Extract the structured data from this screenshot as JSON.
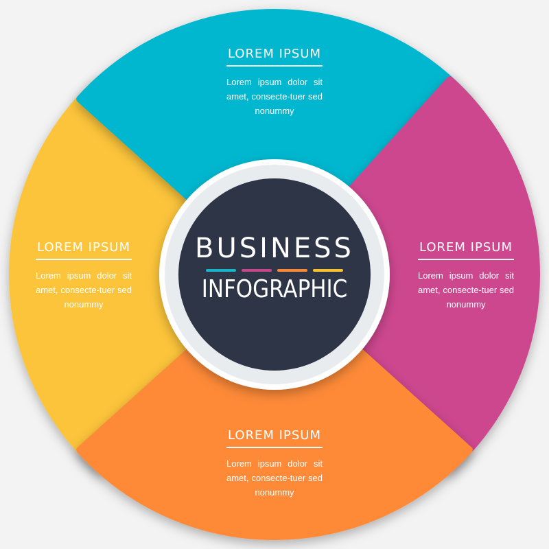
{
  "center": {
    "line1": "BUSINESS",
    "line2": "INFOGRAPHIC",
    "bg_color": "#2e3547",
    "ring_color": "#ffffff"
  },
  "dashes": [
    "#17b4cc",
    "#c5468d",
    "#f98936",
    "#f8c22f"
  ],
  "segments": [
    {
      "id": "top",
      "title": "LOREM IPSUM",
      "text": "Lorem ipsum dolor sit amet, consecte-tuer sed nonummy",
      "color": "#00b7cf"
    },
    {
      "id": "right",
      "title": "LOREM IPSUM",
      "text": "Lorem ipsum dolor sit amet, consecte-tuer sed nonummy",
      "color": "#cd478f"
    },
    {
      "id": "bottom",
      "title": "LOREM IPSUM",
      "text": "Lorem ipsum dolor sit amet, consecte-tuer sed nonummy",
      "color": "#fe8a39"
    },
    {
      "id": "left",
      "title": "LOREM IPSUM",
      "text": "Lorem ipsum dolor sit amet, consecte-tuer sed nonummy",
      "color": "#fcc43a"
    }
  ]
}
